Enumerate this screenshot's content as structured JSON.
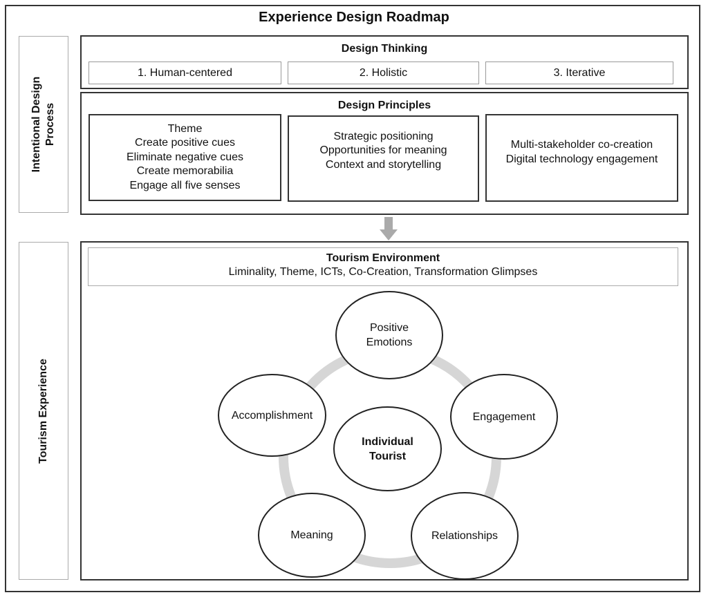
{
  "title": "Experience Design Roadmap",
  "side_labels": {
    "process": [
      "Intentional Design",
      "Process"
    ],
    "experience": "Tourism Experience"
  },
  "design_thinking": {
    "title": "Design Thinking",
    "items": [
      "1. Human-centered",
      "2. Holistic",
      "3. Iterative"
    ]
  },
  "design_principles": {
    "title": "Design Principles",
    "groups": [
      [
        "Theme",
        "Create positive cues",
        "Eliminate negative cues",
        "Create memorabilia",
        "Engage all five senses"
      ],
      [
        "Strategic positioning",
        "Opportunities for meaning",
        "Context and storytelling"
      ],
      [
        "Multi-stakeholder co-creation",
        "Digital technology engagement"
      ]
    ]
  },
  "tourism_environment": {
    "title": "Tourism Environment",
    "subtitle": "Liminality, Theme, ICTs, Co-Creation, Transformation Glimpses"
  },
  "cycle": {
    "center": [
      "Individual",
      "Tourist"
    ],
    "nodes": {
      "positive_emotions": [
        "Positive",
        "Emotions"
      ],
      "engagement": "Engagement",
      "relationships": "Relationships",
      "meaning": "Meaning",
      "accomplishment": "Accomplishment"
    },
    "ring_color": "#d6d6d6"
  },
  "arrow_color": "#aaaaaa"
}
